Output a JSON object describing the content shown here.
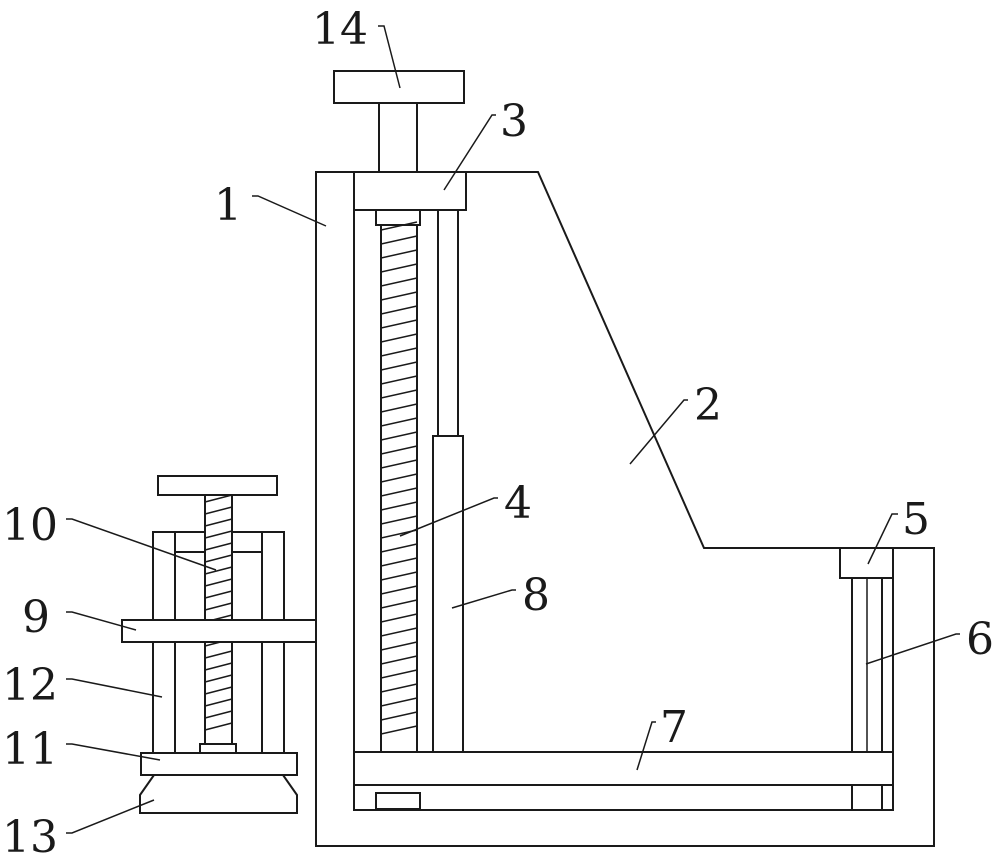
{
  "labels": {
    "l1": "1",
    "l2": "2",
    "l3": "3",
    "l4": "4",
    "l5": "5",
    "l6": "6",
    "l7": "7",
    "l8": "8",
    "l9": "9",
    "l10": "10",
    "l11": "11",
    "l12": "12",
    "l13": "13",
    "l14": "14"
  },
  "colors": {
    "stroke": "#1a1a1a",
    "background": "#ffffff"
  }
}
